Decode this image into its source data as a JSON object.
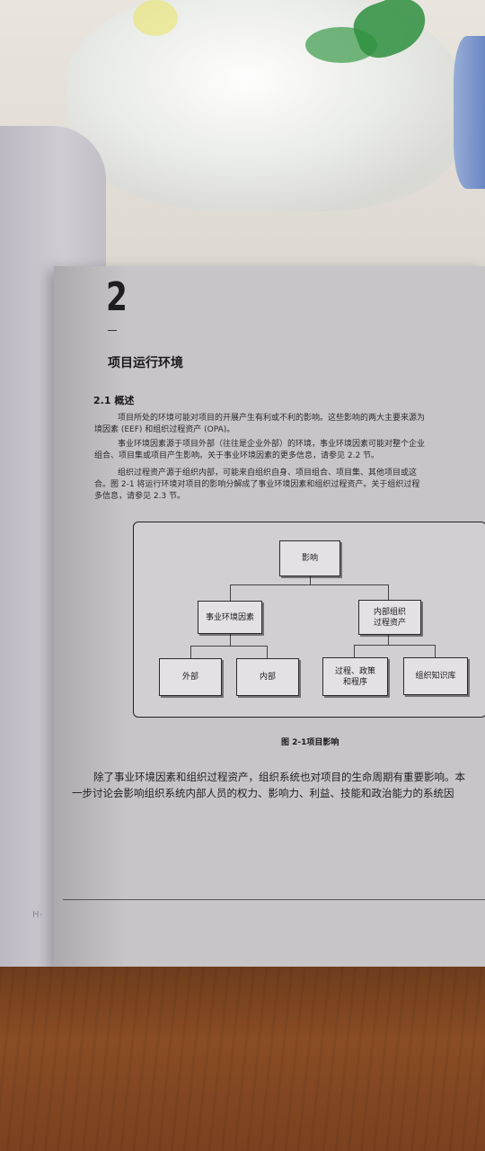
{
  "chapter": {
    "number": "2",
    "title": "项目运行环境"
  },
  "section": {
    "heading": "2.1 概述",
    "paragraphs": [
      [
        "项目所处的环境可能对项目的开展产生有利或不利的影响。这些影响的两大主要来源为",
        "境因素 (EEF) 和组织过程资产 (OPA)。"
      ],
      [
        "事业环境因素源于项目外部（往往是企业外部）的环境，事业环境因素可能对整个企业",
        "组合、项目集或项目产生影响。关于事业环境因素的更多信息，请参见 2.2 节。"
      ],
      [
        "组织过程资产源于组织内部，可能来自组织自身、项目组合、项目集、其他项目或这",
        "合。图 2-1 将运行环境对项目的影响分解成了事业环境因素和组织过程资产。关于组织过程",
        "多信息，请参见 2.3 节。"
      ]
    ]
  },
  "figure": {
    "root": "影响",
    "eef": "事业环境因素",
    "opa_line1": "内部组织",
    "opa_line2": "过程资产",
    "external": "外部",
    "internal": "内部",
    "process_line1": "过程、政策",
    "process_line2": "和程序",
    "knowledge": "组织知识库",
    "caption": "图 2-1项目影响"
  },
  "body": {
    "lines": [
      "除了事业环境因素和组织过程资产，组织系统也对项目的生命周期有重要影响。本",
      "一步讨论会影响组织系统内部人员的权力、影响力、利益、技能和政治能力的系统因"
    ]
  },
  "footer": {
    "mark": "H-"
  }
}
